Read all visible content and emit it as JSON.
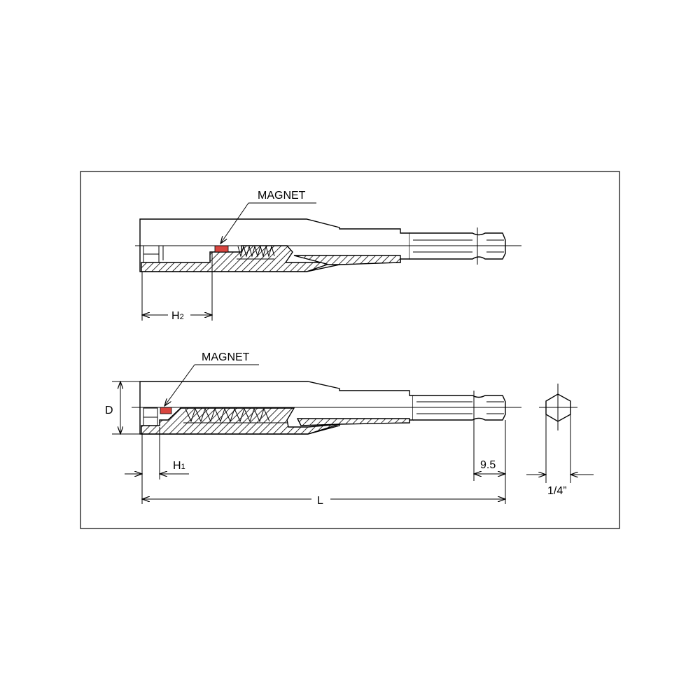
{
  "diagram": {
    "top_view": {
      "magnet_label": "MAGNET",
      "dim_h2": {
        "main": "H",
        "sub": "2"
      }
    },
    "bottom_view": {
      "magnet_label": "MAGNET",
      "dim_d": "D",
      "dim_h1": {
        "main": "H",
        "sub": "1"
      },
      "dim_l": "L",
      "dim_hex_length": "9.5"
    },
    "end_view": {
      "dim_hex_size": "1/4”"
    },
    "colors": {
      "magnet": "#d9453f",
      "line": "#000000"
    }
  }
}
